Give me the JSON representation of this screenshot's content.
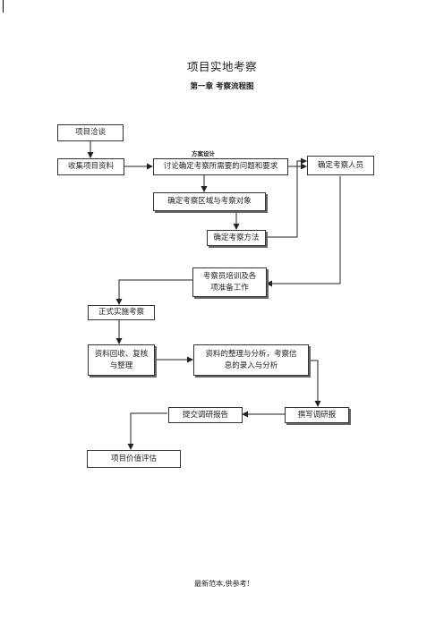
{
  "document": {
    "title": "项目实地考察",
    "subtitle": "第一章   考察流程图",
    "footer": "最新范本,供参考!"
  },
  "flowchart": {
    "note_label": "方案设计",
    "nodes": {
      "project_negotiation": "项目洽谈",
      "collect_materials": "收集项目资料",
      "discuss_requirements": "讨论确定考察所需要的问题和要求",
      "determine_personnel": "确定考察人员",
      "determine_area": "确定考察区域与考察对象",
      "determine_method": "确定考察方法",
      "training_line1": "考察员培训及各",
      "training_line2": "项准备工作",
      "formal_inspection": "正式实施考察",
      "recovery_line1": "资料回收、复核",
      "recovery_line2": "与整理",
      "analysis_line1": "资料的整理与分析，考察信",
      "analysis_line2": "息的录入与分析",
      "write_report": "撰写调研报",
      "submit_report": "提交调研报告",
      "value_assessment": "项目价值评估"
    }
  }
}
